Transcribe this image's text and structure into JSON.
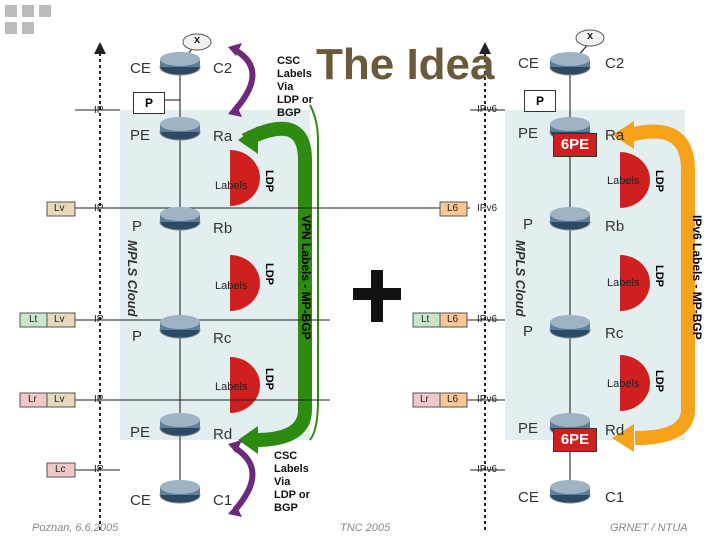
{
  "title": "The Idea",
  "footer": {
    "left": "Poznan, 6.6.2005",
    "center": "TNC 2005",
    "right": "GRNET / NTUA"
  },
  "left": {
    "top_x": "x",
    "routers": {
      "ce_top": "CE",
      "c2": "C2",
      "p_top": "P",
      "pe_top": "PE",
      "ra": "Ra",
      "p_rb": "P",
      "rb": "Rb",
      "p_rc": "P",
      "rc": "Rc",
      "pe_bottom": "PE",
      "rd": "Rd",
      "ce_bottom": "CE",
      "c1": "C1"
    },
    "labels_ldp": "Labels",
    "ldp": "LDP",
    "cloud": "MPLS Cloud",
    "vpn": "VPN Labels - MP-BGP",
    "csc_top": [
      "CSC",
      "Labels",
      "Via",
      "LDP or",
      "BGP"
    ],
    "csc_bottom": [
      "CSC",
      "Labels",
      "Via",
      "LDP or",
      "BGP"
    ],
    "stack": {
      "ip": "IP",
      "lv": "Lv",
      "lt": "Lt",
      "lr": "Lr",
      "lc": "Lc"
    }
  },
  "right": {
    "top_x": "x",
    "routers": {
      "ce_top": "CE",
      "c2": "C2",
      "p_top": "P",
      "pe_top": "PE",
      "sixpe_top": "6PE",
      "ra": "Ra",
      "p_rb": "P",
      "rb": "Rb",
      "p_rc": "P",
      "rc": "Rc",
      "pe_bottom": "PE",
      "sixpe_bottom": "6PE",
      "rd": "Rd",
      "ce_bottom": "CE",
      "c1": "C1"
    },
    "labels_ldp": "Labels",
    "ldp": "LDP",
    "cloud": "MPLS Cloud",
    "ipv6_bgp": "IPv6 Labels - MP-BGP",
    "stack": {
      "ipv6": "IPv6",
      "l6": "L6",
      "lt": "Lt",
      "lr": "Lr"
    }
  },
  "plus": "+",
  "colors": {
    "green": "#2e8b12",
    "orange": "#f7a21b",
    "purple": "#6b2a7a",
    "red": "#cf1f1f",
    "cloud": "#e3eef0"
  }
}
